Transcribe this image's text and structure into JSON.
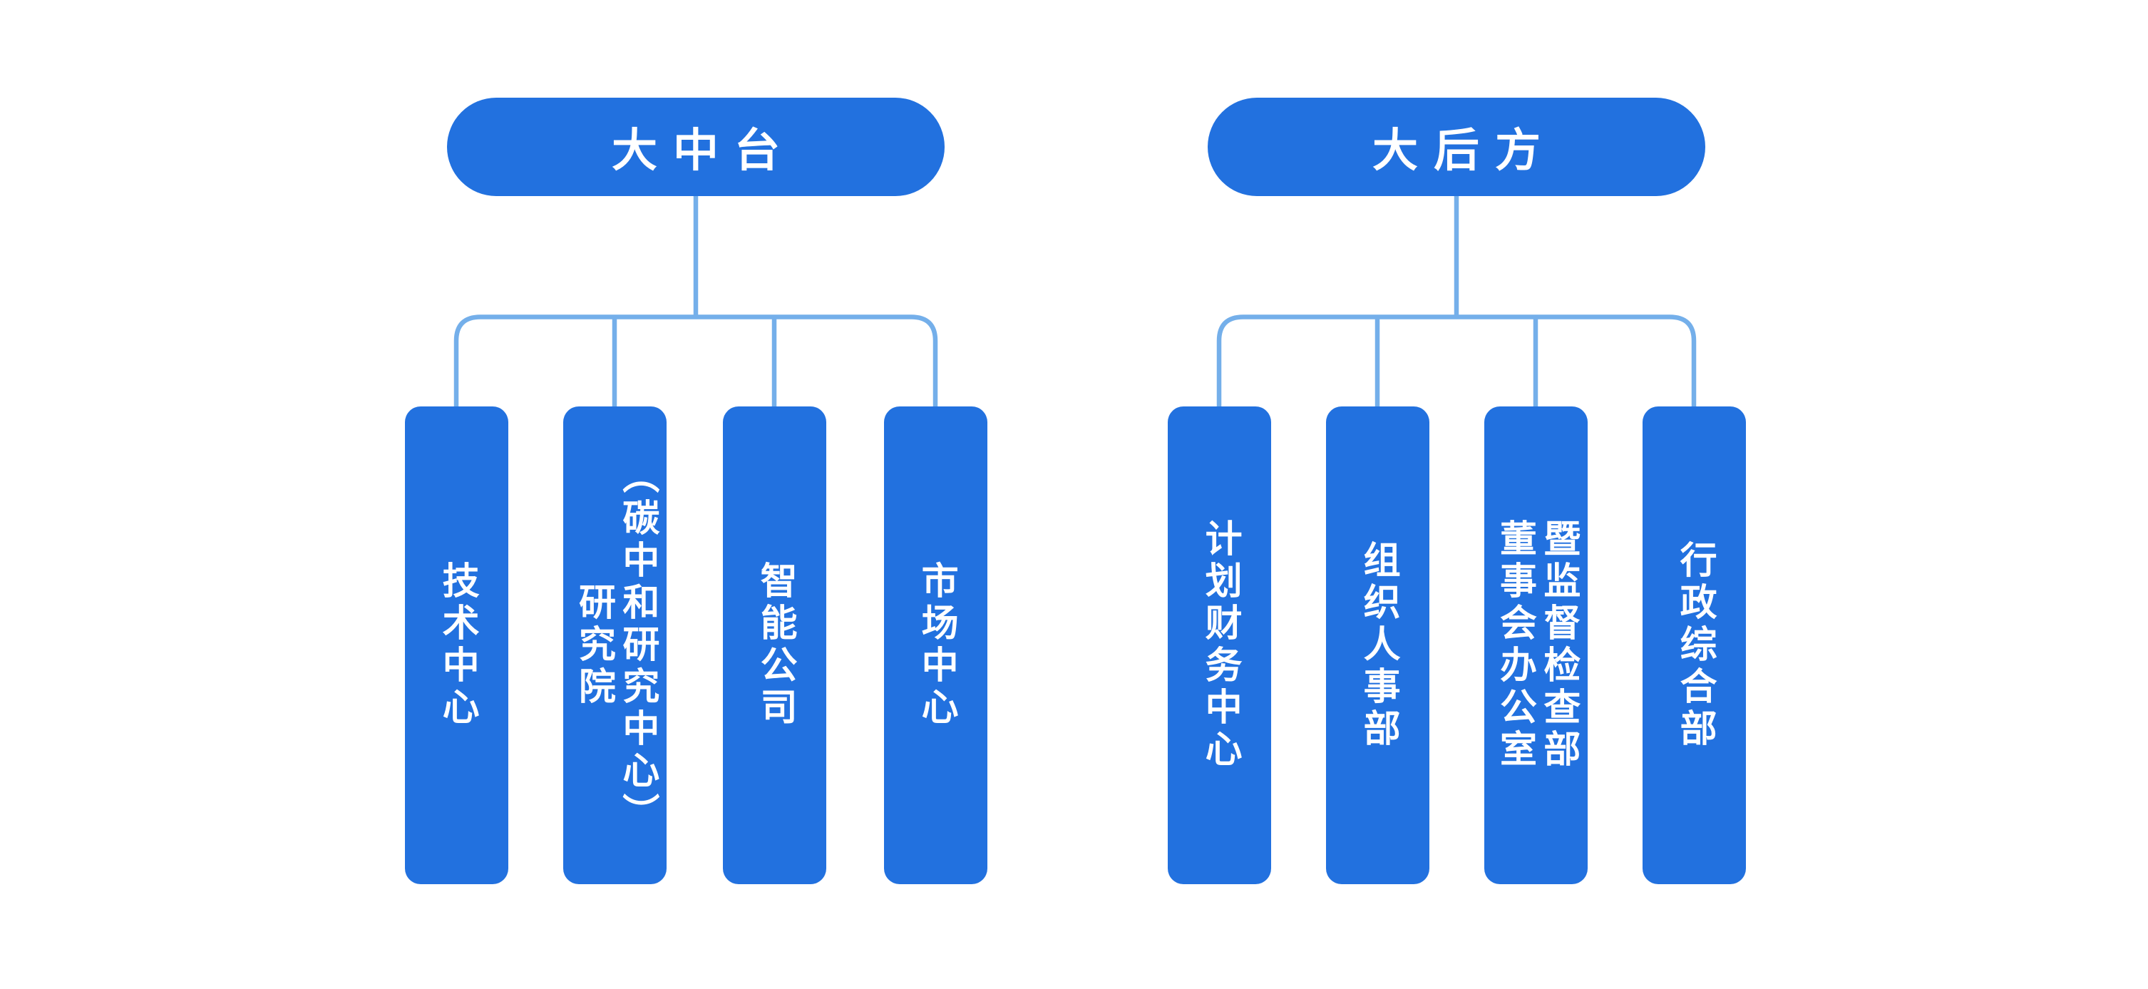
{
  "chart": {
    "type": "org-tree",
    "groups": [
      {
        "title": "大中台",
        "children": [
          {
            "label": "技术中心"
          },
          {
            "label": "研究院\n（碳中和研究中心）"
          },
          {
            "label": "智能公司"
          },
          {
            "label": "市场中心"
          }
        ]
      },
      {
        "title": "大后方",
        "children": [
          {
            "label": "计划财务中心"
          },
          {
            "label": "组织人事部"
          },
          {
            "label": "董事会办公室\n暨监督检查部"
          },
          {
            "label": "行政综合部"
          }
        ]
      }
    ]
  },
  "colors": {
    "node_fill": "#2271df",
    "node_text": "#ffffff",
    "connector": "#74afea",
    "background": "#ffffff"
  }
}
